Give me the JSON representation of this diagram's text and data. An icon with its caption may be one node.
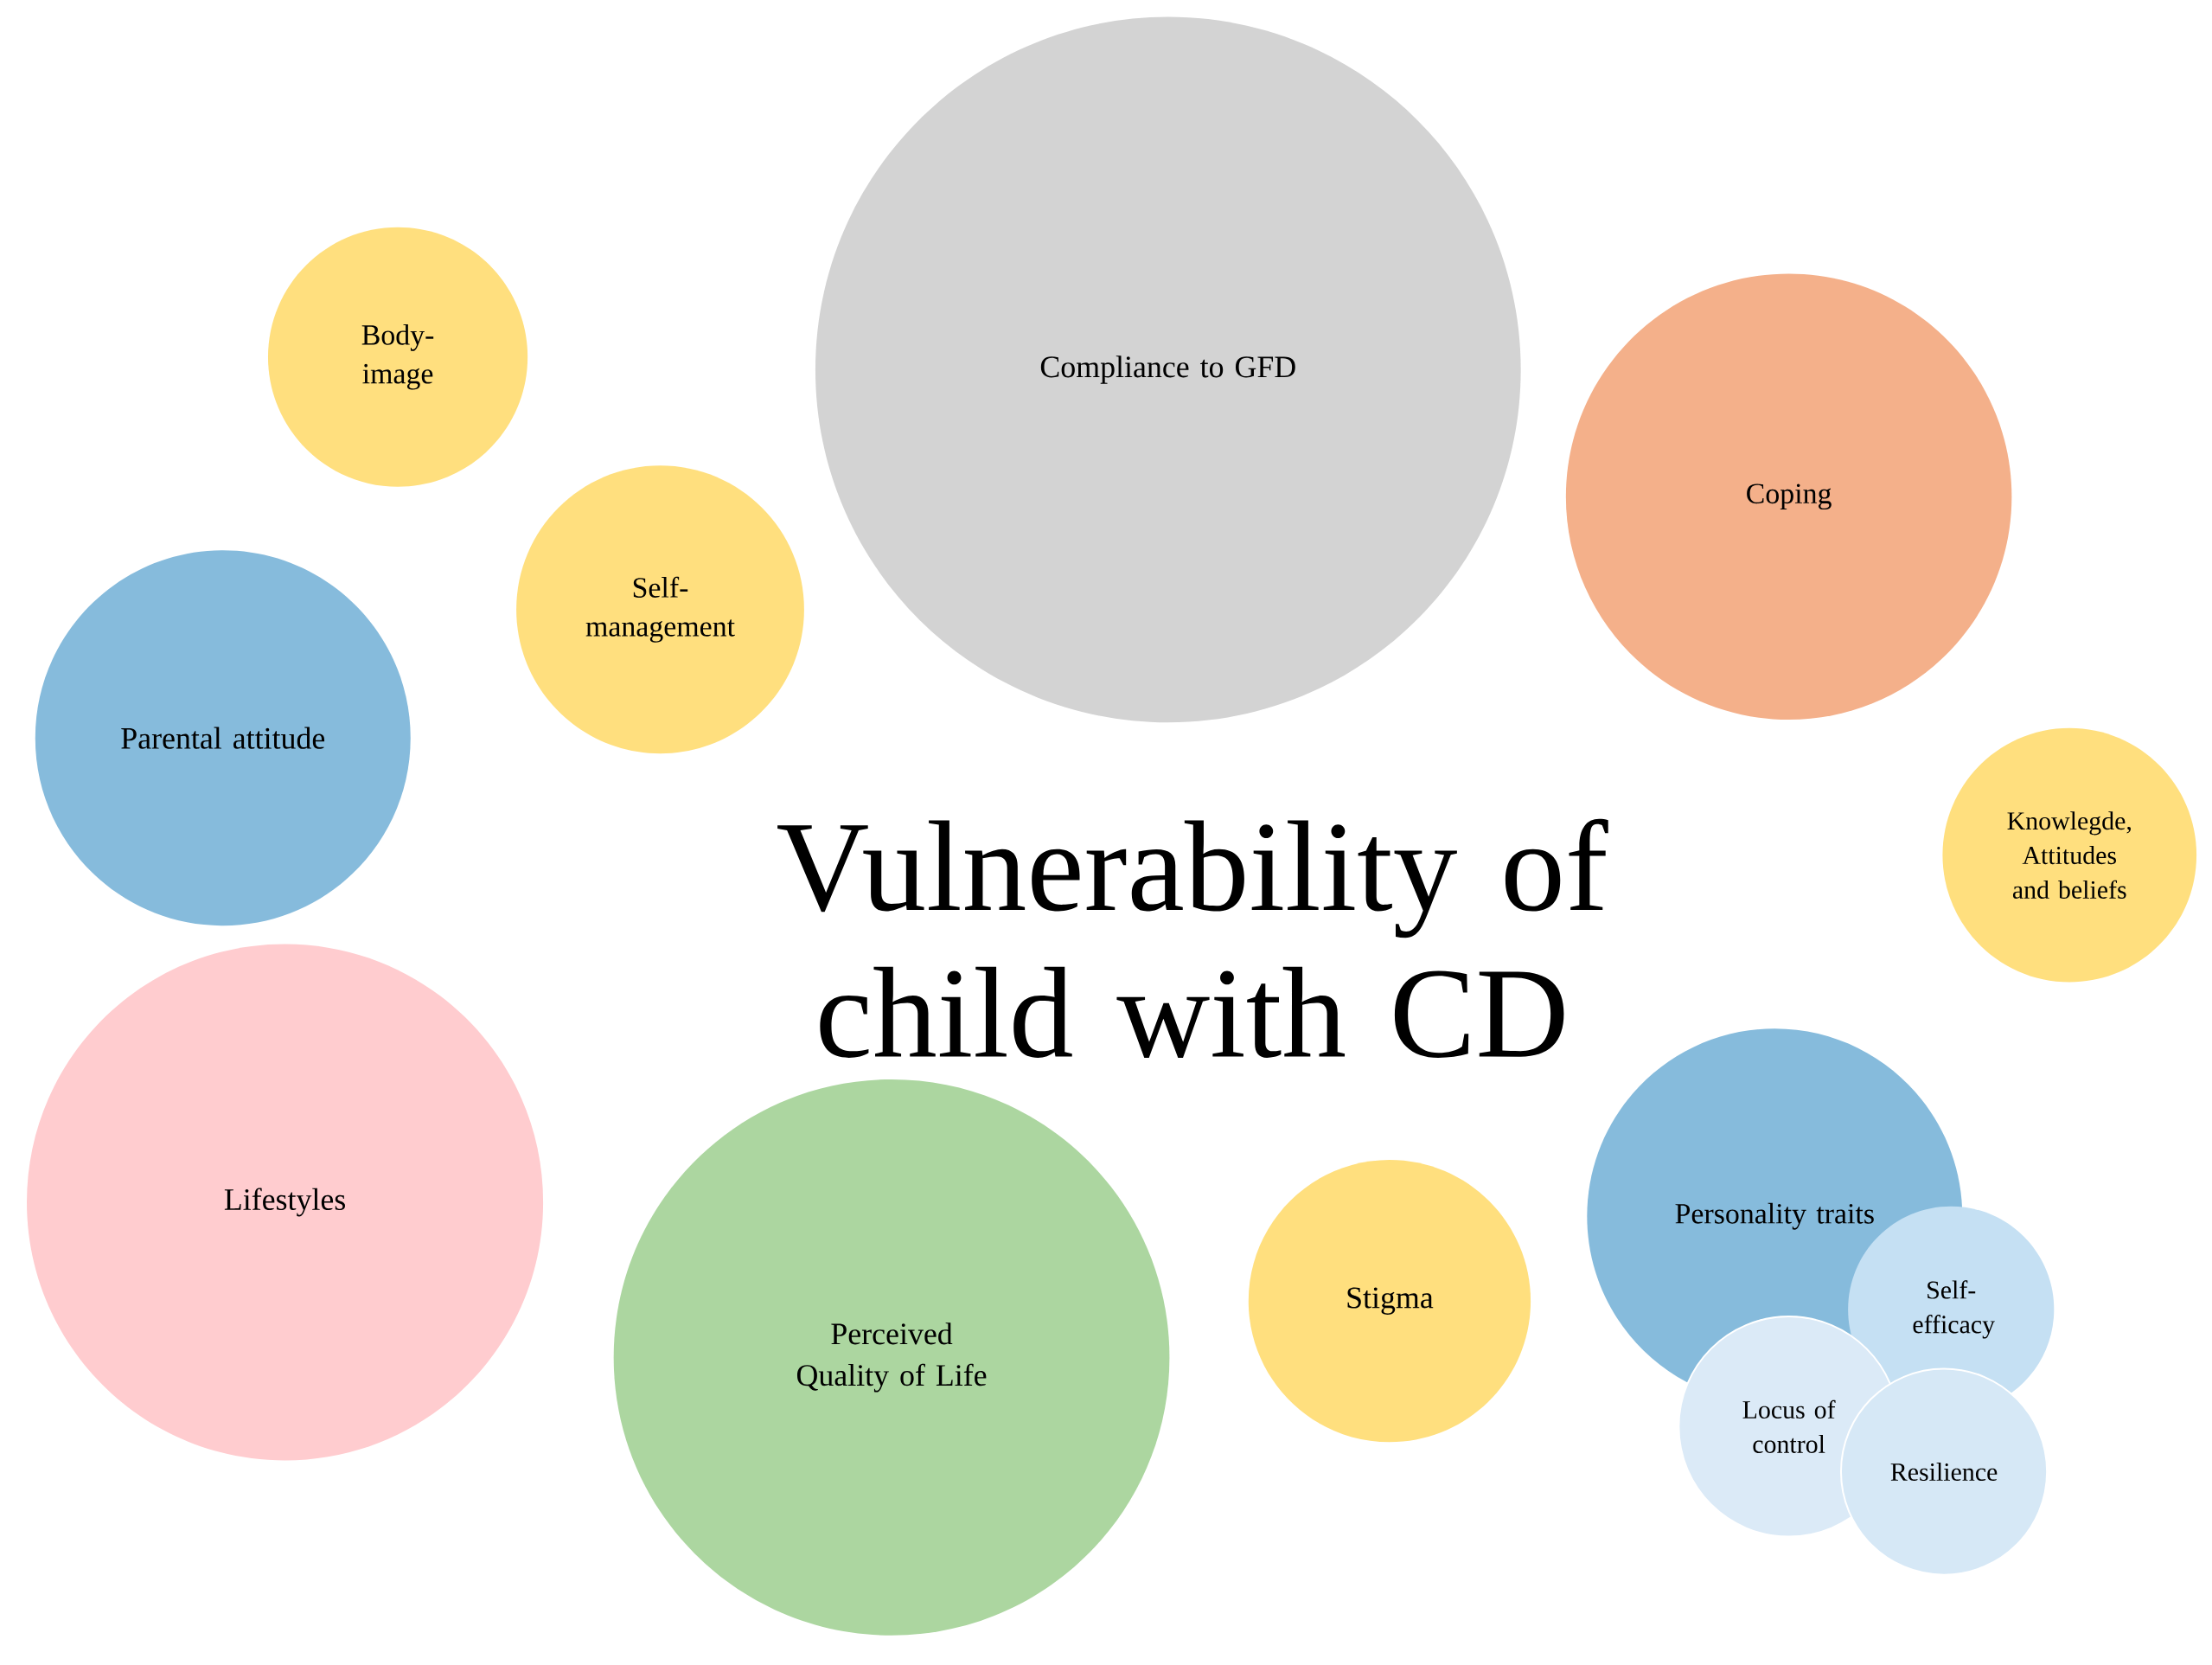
{
  "diagram": {
    "title": "Vulnerability of child with CD",
    "nodes": [
      {
        "text": [
          "Compliance to GFD"
        ]
      },
      {
        "text": [
          "Body-image"
        ]
      },
      {
        "text": [
          "Self-management"
        ]
      },
      {
        "text": [
          "Coping"
        ]
      },
      {
        "text": [
          "Parental attitude"
        ]
      },
      {
        "text": [
          "Knowlegde, Attitudes and beliefs"
        ]
      },
      {
        "text": [
          "Lifestyles"
        ]
      },
      {
        "text": [
          "Perceived Quality of Life"
        ]
      },
      {
        "text": [
          "Stigma"
        ]
      },
      {
        "text": [
          "Personality traits"
        ]
      },
      {
        "text": [
          "Self-efficacy"
        ]
      },
      {
        "text": [
          "Locus of control"
        ]
      },
      {
        "text": [
          "Resilience"
        ]
      }
    ]
  }
}
